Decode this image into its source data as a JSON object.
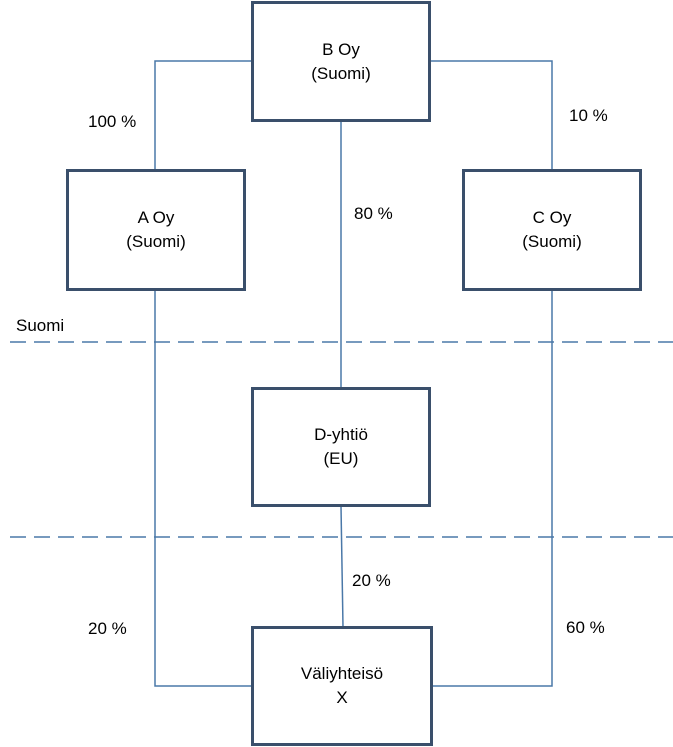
{
  "nodes": {
    "b_oy": {
      "line1": "B Oy",
      "line2": "(Suomi)"
    },
    "a_oy": {
      "line1": "A Oy",
      "line2": "(Suomi)"
    },
    "c_oy": {
      "line1": "C Oy",
      "line2": "(Suomi)"
    },
    "d_yhtio": {
      "line1": "D-yhtiö",
      "line2": "(EU)"
    },
    "valiyhteiso": {
      "line1": "Väliyhteisö",
      "line2": "X"
    }
  },
  "edges": {
    "b_to_a": "100 %",
    "b_to_c": "10 %",
    "b_to_d": "80 %",
    "d_to_x": "20 %",
    "a_to_x": "20 %",
    "c_to_x": "60 %"
  },
  "regions": {
    "suomi_label": "Suomi"
  },
  "colors": {
    "line": "#4a78a8",
    "box_border": "#3a4f6b",
    "dashed": "#4a78a8"
  }
}
